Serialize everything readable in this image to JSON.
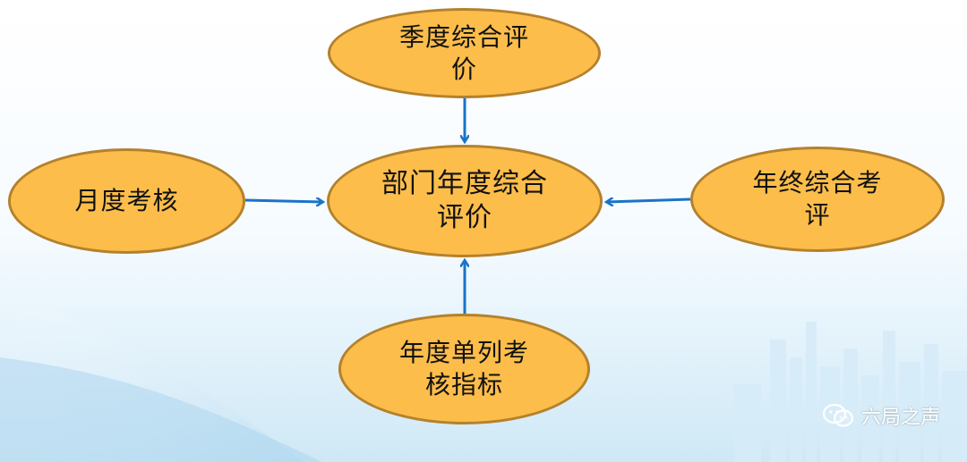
{
  "diagram": {
    "nodes": {
      "top": "季度综合评\n价",
      "center": "部门年度综合\n评价",
      "left": "月度考核",
      "right": "年终综合考\n评",
      "bottom": "年度单列考\n核指标"
    }
  },
  "watermark": {
    "text": "六局之声",
    "icon": "wechat-icon"
  },
  "colors": {
    "node_fill": "#fcbd4b",
    "node_border": "#b4812c",
    "arrow": "#1a73c8"
  }
}
